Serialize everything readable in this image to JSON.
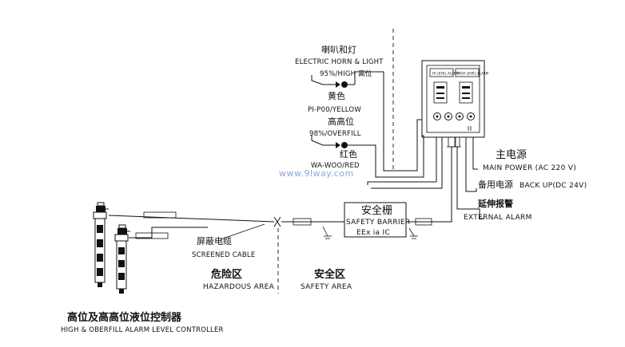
{
  "horn": {
    "title_cn": "喇叭和灯",
    "title_en": "ELECTRIC HORN & LIGHT",
    "high_label": "95%/HIGH 高位",
    "yellow_cn": "黄色",
    "yellow_en": "PI-P00/YELLOW",
    "overfill_cn": "高高位",
    "overfill_en": "98%/OVERFILL",
    "red_cn": "红色",
    "red_en": "WA-WOO/RED"
  },
  "watermark": "www.9lway.com",
  "panel": {
    "window_left": "HI LEVEL ALARM",
    "window_right": "HIGH LEVEL ALARM"
  },
  "power": {
    "main_cn": "主电源",
    "main_en": "MAIN POWER (AC 220 V)",
    "backup_cn": "备用电源",
    "backup_en": "BACK UP(DC 24V)",
    "ext_cn": "延伸报警",
    "ext_en": "EXTERNAL ALARM"
  },
  "barrier": {
    "title_cn": "安全栅",
    "title_en": "SAFETY BARRIER",
    "rating": "EEx ia IC"
  },
  "cable": {
    "cn": "屏蔽电缆",
    "en": "SCREENED CABLE"
  },
  "zones": {
    "hazard_cn": "危险区",
    "hazard_en": "HAZARDOUS AREA",
    "safe_cn": "安全区",
    "safe_en": "SAFETY AREA"
  },
  "controller": {
    "cn": "高位及高高位液位控制器",
    "en": "HIGH & OBERFILL ALARM LEVEL CONTROLLER"
  }
}
